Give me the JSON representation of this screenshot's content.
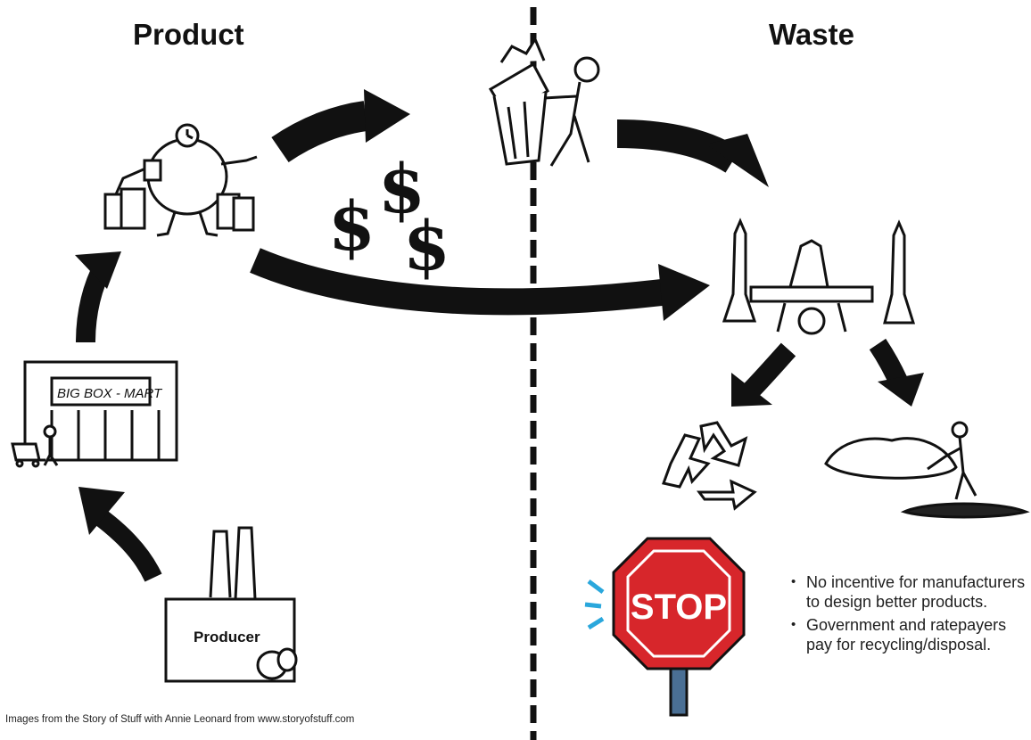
{
  "headings": {
    "product": "Product",
    "waste": "Waste"
  },
  "store_sign": "BIG BOX - MART",
  "producer_label": "Producer",
  "stop_sign_text": "STOP",
  "dollar_symbol": "$",
  "bullets": [
    "No incentive for manufacturers to design better products.",
    "Government and ratepayers pay for recycling/disposal."
  ],
  "caption": "Images from the Story of Stuff with Annie Leonard from www.storyofstuff.com",
  "colors": {
    "arrow": "#111111",
    "divider": "#111111",
    "stop_red": "#d7262b",
    "stop_post": "#4a6f94",
    "stop_burst": "#2aa7dc"
  }
}
